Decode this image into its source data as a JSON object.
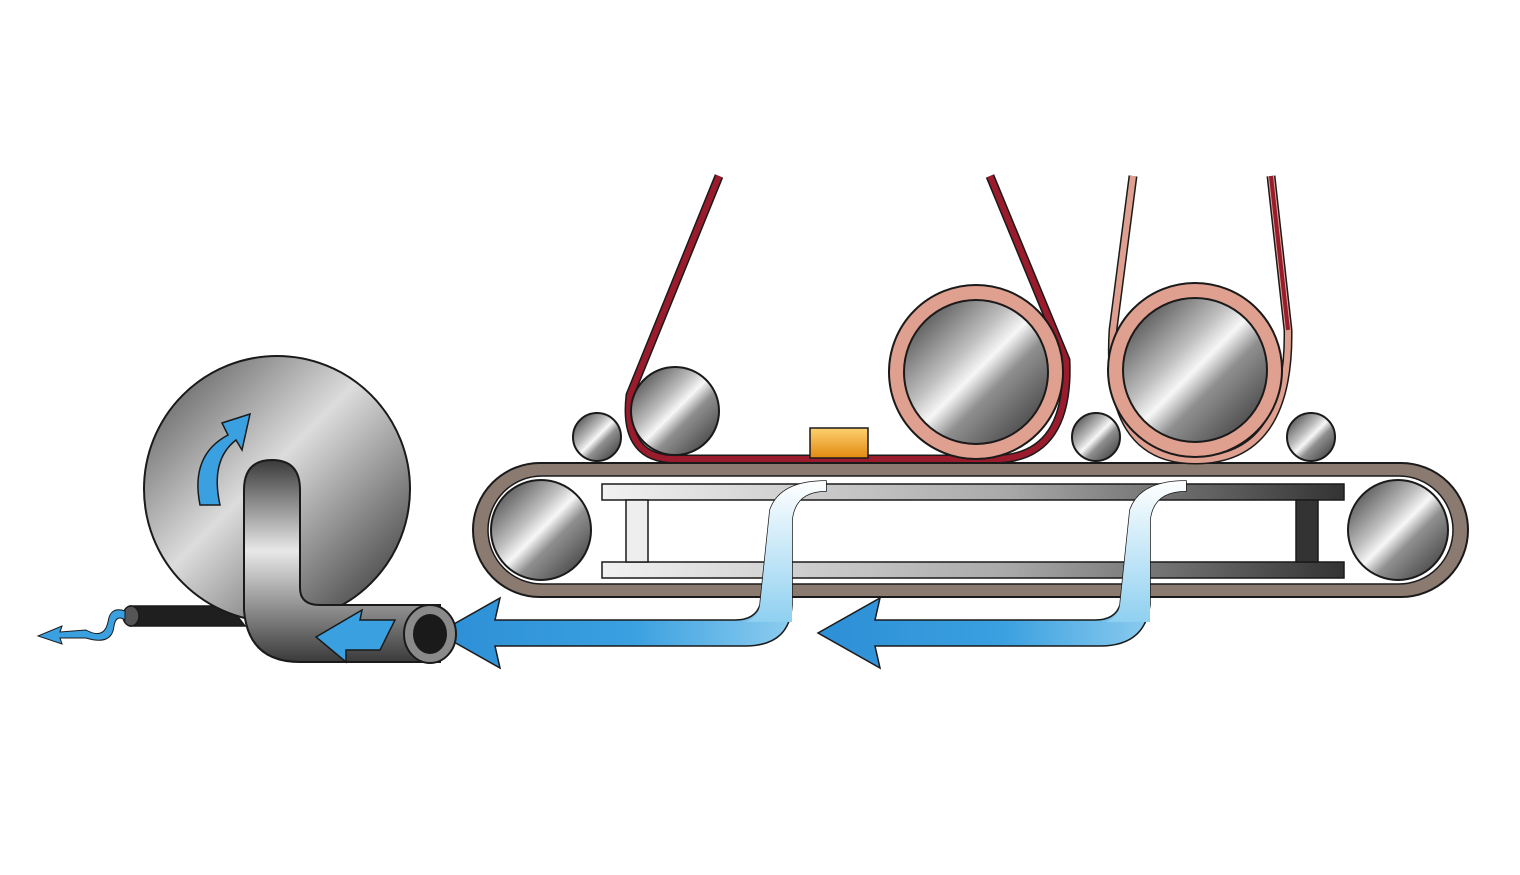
{
  "diagram": {
    "kind": "vacuum conveyor belt with suction blower",
    "text_labels": [],
    "components": [
      {
        "name": "blower",
        "icon": "centrifugal-fan"
      },
      {
        "name": "exhaust-pipe",
        "icon": "pipe"
      },
      {
        "name": "intake-pipe",
        "icon": "pipe"
      },
      {
        "name": "conveyor-belt",
        "icon": "belt-loop"
      },
      {
        "name": "left-end-roller",
        "icon": "roller"
      },
      {
        "name": "right-end-roller",
        "icon": "roller"
      },
      {
        "name": "vacuum-chamber",
        "icon": "i-beam-frame"
      },
      {
        "name": "support-rollers",
        "icon": "roller",
        "count": 4
      },
      {
        "name": "lamination-film-1",
        "icon": "film-web"
      },
      {
        "name": "film-roll-1",
        "icon": "film-roll"
      },
      {
        "name": "film-roll-2",
        "icon": "film-roll"
      },
      {
        "name": "product-item",
        "icon": "block"
      }
    ],
    "colors": {
      "belt": "#8a7a70",
      "film_dark": "#9a1b2c",
      "film_light": "#e0a090",
      "airflow": "#3aa0e0",
      "airflow_light": "#e4f4fb",
      "product": "#f0a830",
      "metal_dark": "#333333",
      "metal_light": "#f4f4f4",
      "outline": "#1a1a1a"
    }
  }
}
